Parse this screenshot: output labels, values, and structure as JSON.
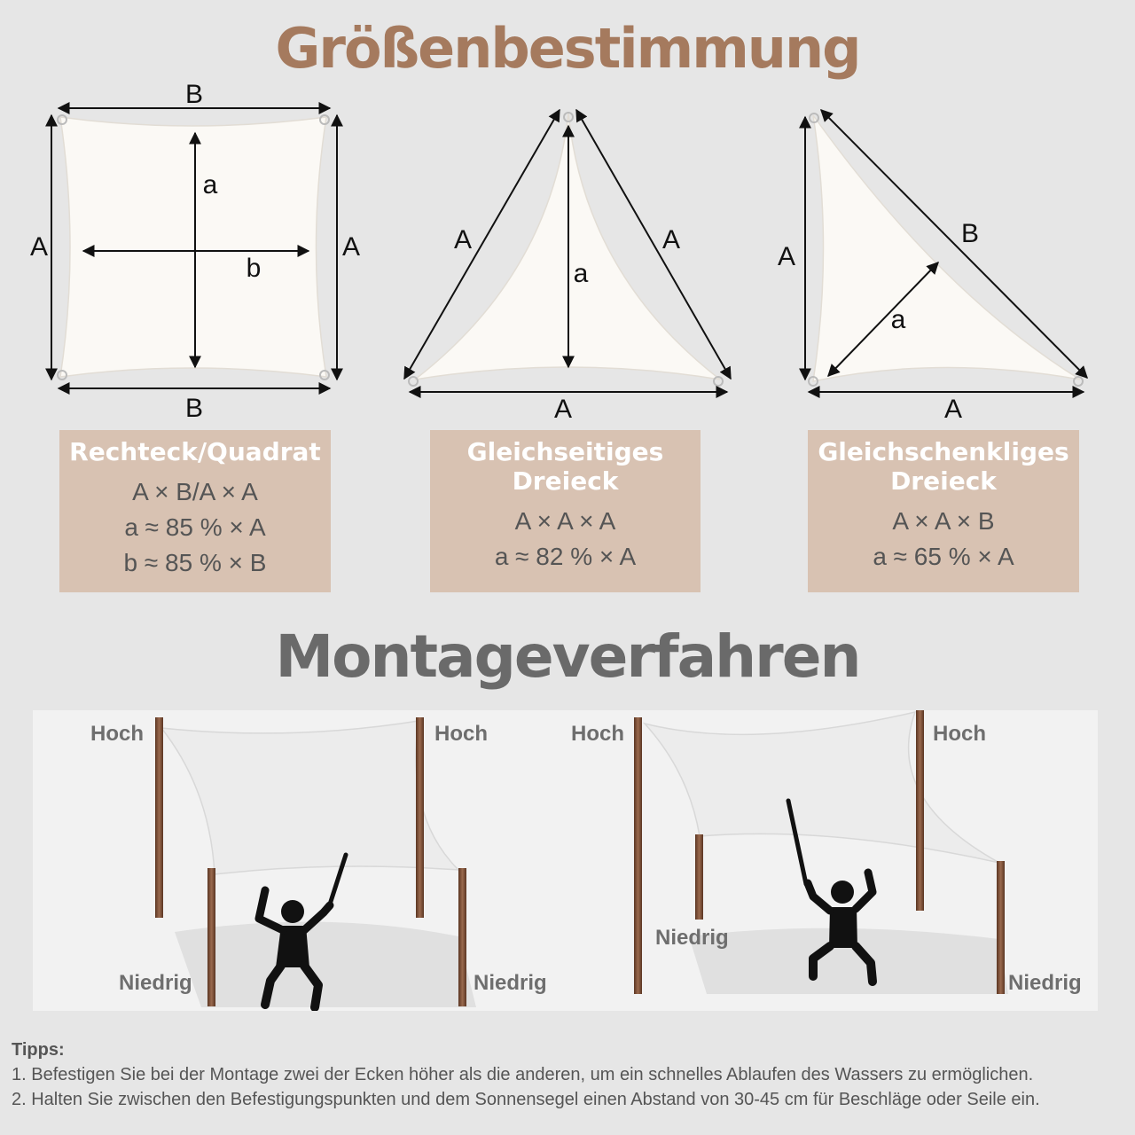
{
  "titles": {
    "size": "Größenbestimmung",
    "mount": "Montageverfahren"
  },
  "shapes": {
    "rect": {
      "labels": {
        "top": "B",
        "bottom": "B",
        "left": "A",
        "right": "A",
        "inner_a": "a",
        "inner_b": "b"
      },
      "title": "Rechteck/Quadrat",
      "lines": [
        "A × B/A × A",
        "a ≈ 85 % × A",
        "b ≈ 85 % × B"
      ]
    },
    "equilateral": {
      "labels": {
        "left": "A",
        "right": "A",
        "bottom": "A",
        "inner_a": "a"
      },
      "title_1": "Gleichseitiges",
      "title_2": "Dreieck",
      "lines": [
        "A × A × A",
        "a ≈ 82 % × A"
      ]
    },
    "isosceles": {
      "labels": {
        "left": "A",
        "hyp": "B",
        "bottom": "A",
        "inner_a": "a"
      },
      "title_1": "Gleichschenkliges",
      "title_2": "Dreieck",
      "lines": [
        "A × A × B",
        "a ≈ 65 % × A"
      ]
    }
  },
  "mounting": {
    "left": {
      "high_left": "Hoch",
      "high_right": "Hoch",
      "low_left": "Niedrig",
      "low_right": "Niedrig"
    },
    "right": {
      "high_left": "Hoch",
      "high_right": "Hoch",
      "low_left": "Niedrig",
      "low_right": "Niedrig"
    }
  },
  "tips": {
    "heading": "Tipps:",
    "items": [
      "1. Befestigen Sie bei der Montage zwei der Ecken höher als die anderen, um ein schnelles Ablaufen des Wassers zu ermöglichen.",
      "2. Halten Sie zwischen den Befestigungspunkten und dem Sonnensegel einen Abstand von 30-45 cm für Beschläge oder Seile ein."
    ]
  },
  "colors": {
    "title_brown": "#a57a5e",
    "title_gray": "#6a6a6a",
    "box_bg": "#d8c2b2",
    "sail": "#fbf9f5",
    "pole": "#7a4e35"
  }
}
